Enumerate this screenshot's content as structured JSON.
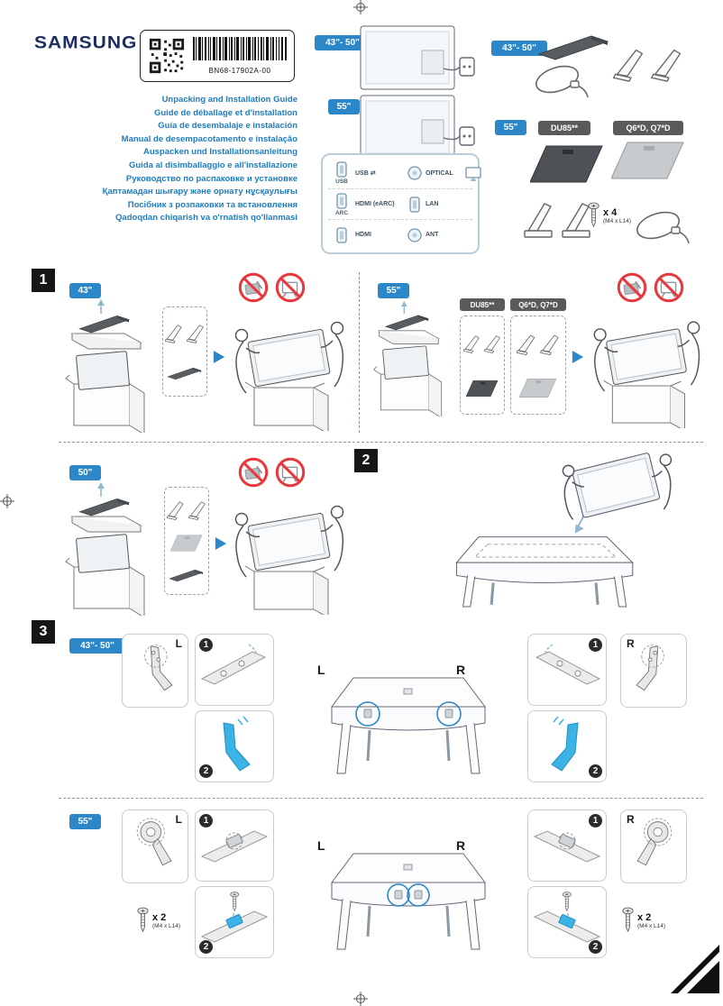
{
  "header": {
    "brand": "SAMSUNG",
    "part_number": "BN68-17902A-00",
    "titles": [
      "Unpacking and Installation Guide",
      "Guide de déballage et d'installation",
      "Guía de desembalaje e instalación",
      "Manual de desempacotamento e instalação",
      "Auspacken und Installationsanleitung",
      "Guida al disimballaggio e all'installazione",
      "Руководство по распаковке и установке",
      "Қаптамадан шығару және орнату нұсқаулығы",
      "Посібник з розпаковки та встановлення",
      "Qadoqdan chiqarish va o'rnatish qo'llanmasi"
    ]
  },
  "badges": {
    "size_43_50": "43\"- 50\"",
    "size_55": "55\"",
    "size_43": "43\"",
    "size_50": "50\"",
    "model_du85": "DU85**",
    "model_q6_q7": "Q6*D, Q7*D"
  },
  "ports": {
    "usb": "USB",
    "usb_data": "USB ⇄",
    "optical": "OPTICAL",
    "arc": "ARC",
    "hdmi_earc": "HDMI (eARC)",
    "hdmi": "HDMI",
    "lan": "LAN",
    "ant": "ANT"
  },
  "sections": {
    "step1": "1",
    "step2": "2",
    "step3": "3"
  },
  "hardware": {
    "qty4": "x 4",
    "qty2": "x 2",
    "screw_spec": "(M4 x L14)"
  },
  "markers": {
    "left": "L",
    "right": "R",
    "n1": "1",
    "n2": "2"
  },
  "colors": {
    "accent_blue": "#2b87c8",
    "highlight_blue": "#3db3e5",
    "title_blue": "#1d7dc2",
    "prohibit_red": "#e8383d",
    "badge_dark": "#595a5c",
    "step_black": "#161616"
  }
}
